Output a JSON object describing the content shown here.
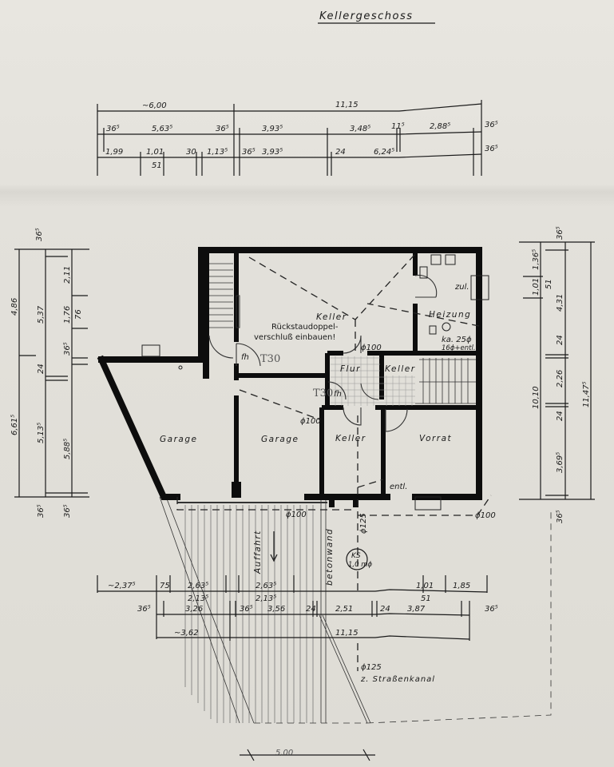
{
  "title": "Kellergeschoss",
  "dimensions_top": {
    "row1": [
      "~6,00",
      "11,15"
    ],
    "row2": [
      "36⁵",
      "5,63⁵",
      "36⁵",
      "3,93⁵",
      "3,48⁵",
      "11⁵",
      "2,88⁵",
      "36⁵"
    ],
    "row3": [
      "1,99",
      "1,01",
      "51",
      "30",
      "1,13⁵",
      "36⁵",
      "3,93⁵",
      "24",
      "6,24⁵",
      "36⁵"
    ]
  },
  "dimensions_left": {
    "col1": [
      "4,86",
      "6,61⁵"
    ],
    "col2": [
      "36⁵",
      "5,37",
      "24",
      "5,13⁵",
      "36⁵"
    ],
    "col3": [
      "2,11",
      "1,76",
      "76",
      "36⁵",
      "5,88⁵",
      "36⁵"
    ]
  },
  "dimensions_right": {
    "items": [
      "36⁵",
      "1,36⁵",
      "1,01",
      "51",
      "4,31",
      "24",
      "2,26",
      "10,10",
      "11,47⁵",
      "24",
      "3,69⁵",
      "36⁵"
    ]
  },
  "dimensions_bottom": {
    "row1": [
      "~2,37⁵",
      "75",
      "2,63⁵",
      "2,13⁵",
      "2,63⁵",
      "2,13⁵",
      "1,01",
      "51",
      "1,85"
    ],
    "row2": [
      "36⁵",
      "3,26",
      "36⁵",
      "3,56",
      "24",
      "2,51",
      "24",
      "3,87",
      "36⁵"
    ],
    "row3": [
      "~3,62",
      "11,15"
    ]
  },
  "rooms": {
    "keller_main": "Keller",
    "note_line1": "Rückstaudoppel-",
    "note_line2": "verschluß einbauen!",
    "heizung": "Heizung",
    "zul": "zul.",
    "ka": "ka. 25ϕ",
    "entl_heating": "16ϕ+entl.",
    "flur": "Flur",
    "keller_small": "Keller",
    "garage_left": "Garage",
    "garage_right": "Garage",
    "keller_lower": "Keller",
    "vorrat": "Vorrat",
    "entl": "entl."
  },
  "annotations": {
    "pipe_100_a": "ϕ100",
    "pipe_100_b": "ϕ100",
    "pipe_100_c": "ϕ100",
    "pipe_100_d": "ϕ100",
    "pipe_125": "ϕ125",
    "fh1": "fh",
    "fh2": "fh",
    "t30_a": "T30",
    "t30_b": "T30",
    "auffahrt": "Auffahrt",
    "betonwand": "betonwand",
    "ks": "KS",
    "ks_size": "1,0 mϕ",
    "outlet_pipe": "ϕ125",
    "outlet_label": "z. Straßenkanal",
    "bottom_dim": "5,00"
  }
}
